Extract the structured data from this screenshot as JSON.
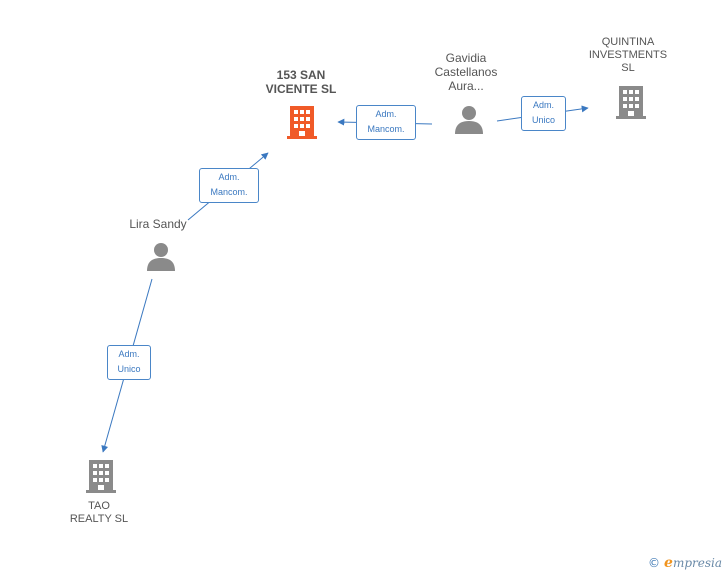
{
  "colors": {
    "edge": "#3a78c0",
    "person": "#8a8a8a",
    "company": "#8a8a8a",
    "company_focus": "#f05a28"
  },
  "nodes": {
    "focus": {
      "label": "153 SAN\nVICENTE  SL",
      "icon": "building-icon"
    },
    "gavidia": {
      "label": "Gavidia\nCastellanos\nAura...",
      "icon": "person-icon"
    },
    "quintina": {
      "label": "QUINTINA\nINVESTMENTS\nSL",
      "icon": "building-icon"
    },
    "lira": {
      "label": "Lira Sandy",
      "icon": "person-icon"
    },
    "tao": {
      "label": "TAO\nREALTY  SL",
      "icon": "building-icon"
    }
  },
  "edges": {
    "gavidia_focus": "Adm.\nMancom.",
    "gavidia_quintina": "Adm.\nUnico",
    "lira_focus": "Adm.\nMancom.",
    "lira_tao": "Adm.\nUnico"
  },
  "brand": {
    "copyright": "©",
    "name_initial": "e",
    "name_rest": "mpresia"
  }
}
